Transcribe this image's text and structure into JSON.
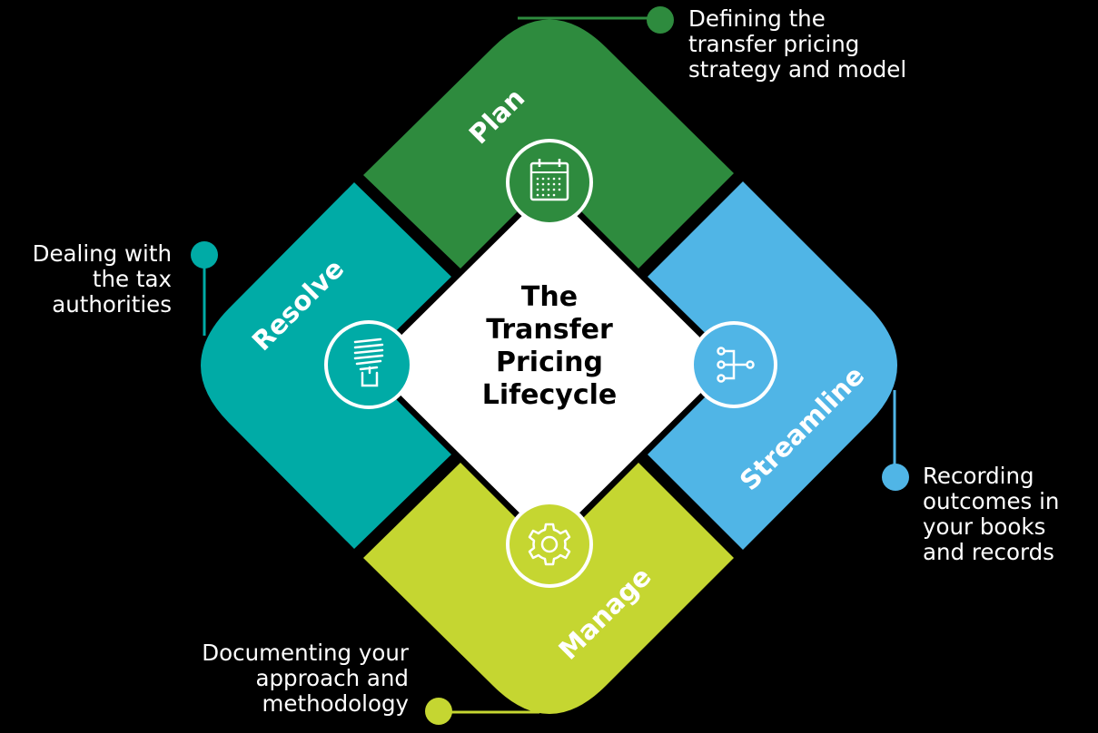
{
  "center_title": [
    "The",
    "Transfer",
    "Pricing",
    "Lifecycle"
  ],
  "segments": {
    "plan": {
      "label": "Plan",
      "color": "#2e8b3e",
      "icon": "calendar-icon",
      "description": [
        "Defining the",
        "transfer pricing",
        "strategy and model"
      ]
    },
    "resolve": {
      "label": "Resolve",
      "color": "#00aba6",
      "icon": "lightbulb-icon",
      "description": [
        "Dealing with",
        "the tax",
        "authorities"
      ]
    },
    "streamline": {
      "label": "Streamline",
      "color": "#50b5e6",
      "icon": "flow-nodes-icon",
      "description": [
        "Recording",
        "outcomes in",
        "your books",
        "and records"
      ]
    },
    "manage": {
      "label": "Manage",
      "color": "#c5d631",
      "icon": "gear-icon",
      "description": [
        "Documenting your",
        "approach and",
        "methodology"
      ]
    }
  },
  "center_color": "#ffffff",
  "background": "#000000"
}
